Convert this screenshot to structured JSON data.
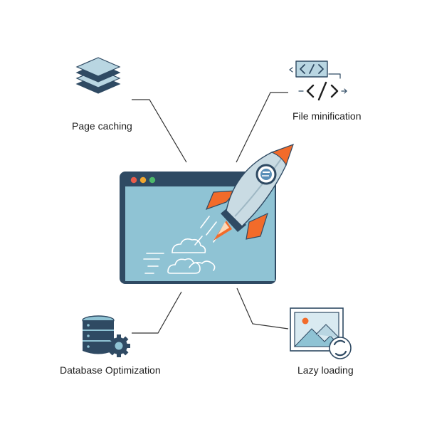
{
  "center": {
    "window_dots": [
      "#e85c4a",
      "#f0a630",
      "#4cb86a"
    ],
    "icon": "rocket-icon"
  },
  "features": [
    {
      "label": "Page caching",
      "icon": "stacked-layers-icon"
    },
    {
      "label": "File minification",
      "icon": "code-brackets-icon"
    },
    {
      "label": "Database Optimization",
      "icon": "database-gear-icon"
    },
    {
      "label": "Lazy loading",
      "icon": "image-loading-icon"
    }
  ],
  "colors": {
    "navy": "#2f4a63",
    "light_blue": "#8fc3d4",
    "orange": "#f26b2a",
    "line": "#333333"
  }
}
